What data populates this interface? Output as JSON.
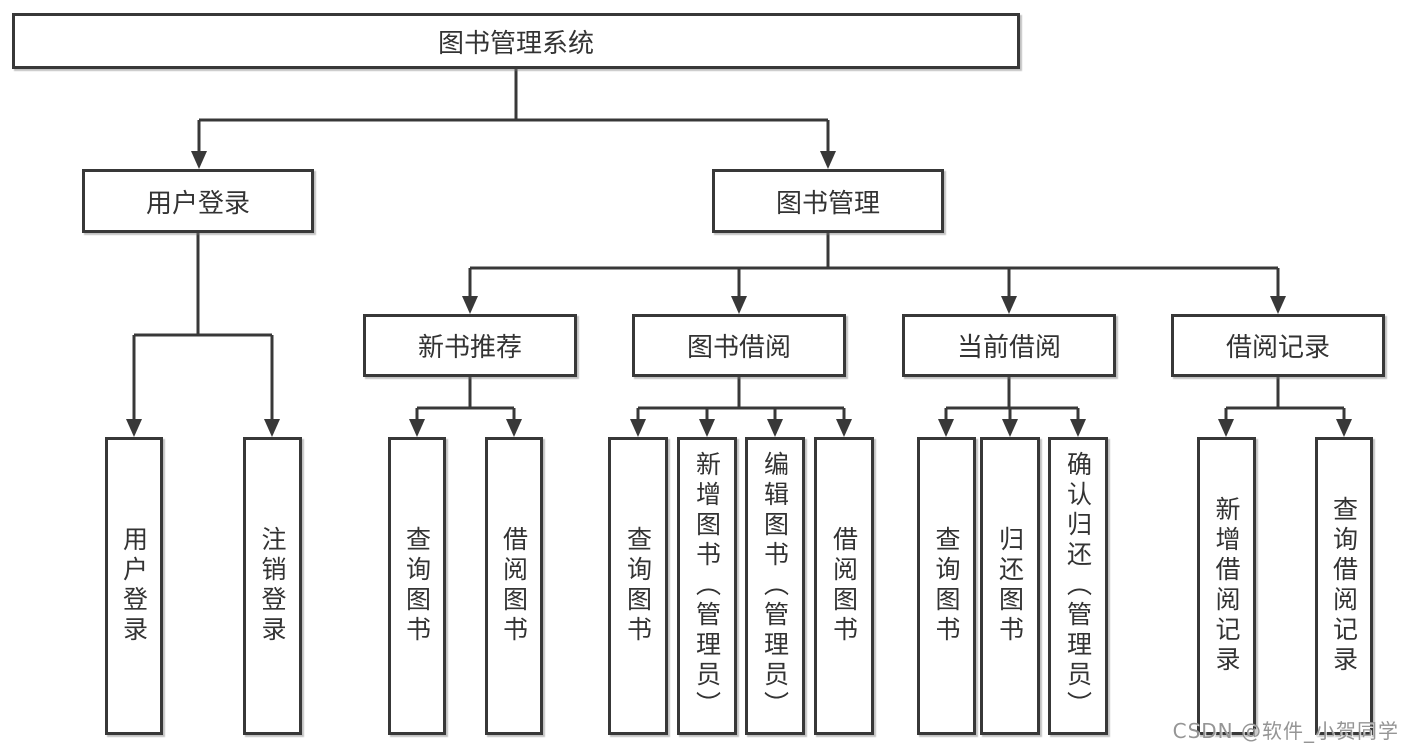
{
  "diagram": {
    "root": {
      "label": "图书管理系统"
    },
    "branches": [
      {
        "label": "用户登录",
        "children": [
          {
            "label": "用户登录"
          },
          {
            "label": "注销登录"
          }
        ]
      },
      {
        "label": "图书管理",
        "children": [
          {
            "label": "新书推荐",
            "children": [
              {
                "label": "查询图书"
              },
              {
                "label": "借阅图书"
              }
            ]
          },
          {
            "label": "图书借阅",
            "children": [
              {
                "label": "查询图书"
              },
              {
                "label": "新增图书（管理员）"
              },
              {
                "label": "编辑图书（管理员）"
              },
              {
                "label": "借阅图书"
              }
            ]
          },
          {
            "label": "当前借阅",
            "children": [
              {
                "label": "查询图书"
              },
              {
                "label": "归还图书"
              },
              {
                "label": "确认归还（管理员）"
              }
            ]
          },
          {
            "label": "借阅记录",
            "children": [
              {
                "label": "新增借阅记录"
              },
              {
                "label": "查询借阅记录"
              }
            ]
          }
        ]
      }
    ]
  },
  "watermark": {
    "text": "CSDN @软件_小贺同学"
  },
  "colors": {
    "line": "#383838",
    "text": "#333333",
    "background": "#ffffff",
    "watermark": "#959595"
  }
}
